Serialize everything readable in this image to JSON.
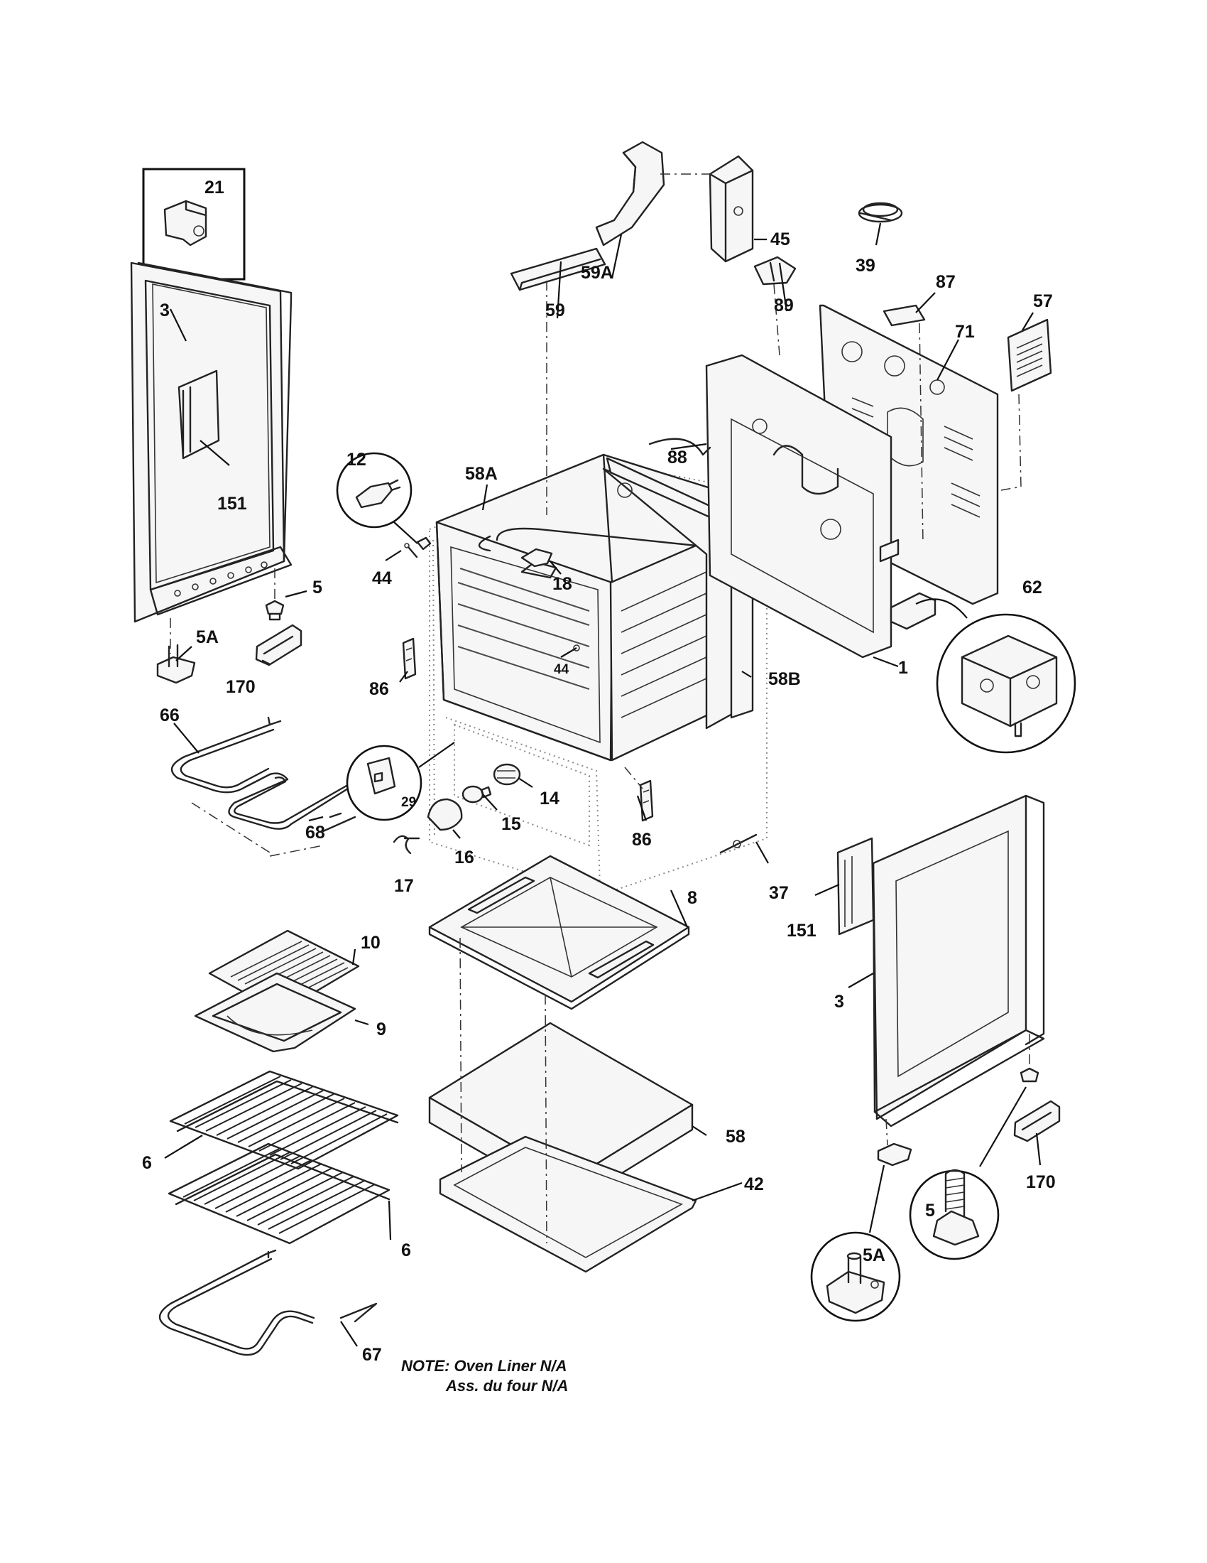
{
  "callouts": {
    "c21": "21",
    "c3_left": "3",
    "c151_left": "151",
    "c5_left": "5",
    "c5a_left": "5A",
    "c170_left": "170",
    "c12": "12",
    "c44_left": "44",
    "c58a": "58A",
    "c18": "18",
    "c44_mid": "44",
    "c86_left": "86",
    "c58b": "58B",
    "c59": "59",
    "c59a": "59A",
    "c45": "45",
    "c39": "39",
    "c87": "87",
    "c57": "57",
    "c89": "89",
    "c71": "71",
    "c88": "88",
    "c1": "1",
    "c62": "62",
    "c66": "66",
    "c68": "68",
    "c29": "29",
    "c14": "14",
    "c15": "15",
    "c16": "16",
    "c17": "17",
    "c86_right": "86",
    "c37": "37",
    "c8": "8",
    "c10": "10",
    "c9": "9",
    "c151_right": "151",
    "c3_right": "3",
    "c58": "58",
    "c42": "42",
    "c6_top": "6",
    "c6_bottom": "6",
    "c67": "67",
    "c170_right": "170",
    "c5_right": "5",
    "c5a_right": "5A"
  },
  "note": {
    "line1": "NOTE: Oven Liner N/A",
    "line2": "Ass. du four N/A"
  }
}
